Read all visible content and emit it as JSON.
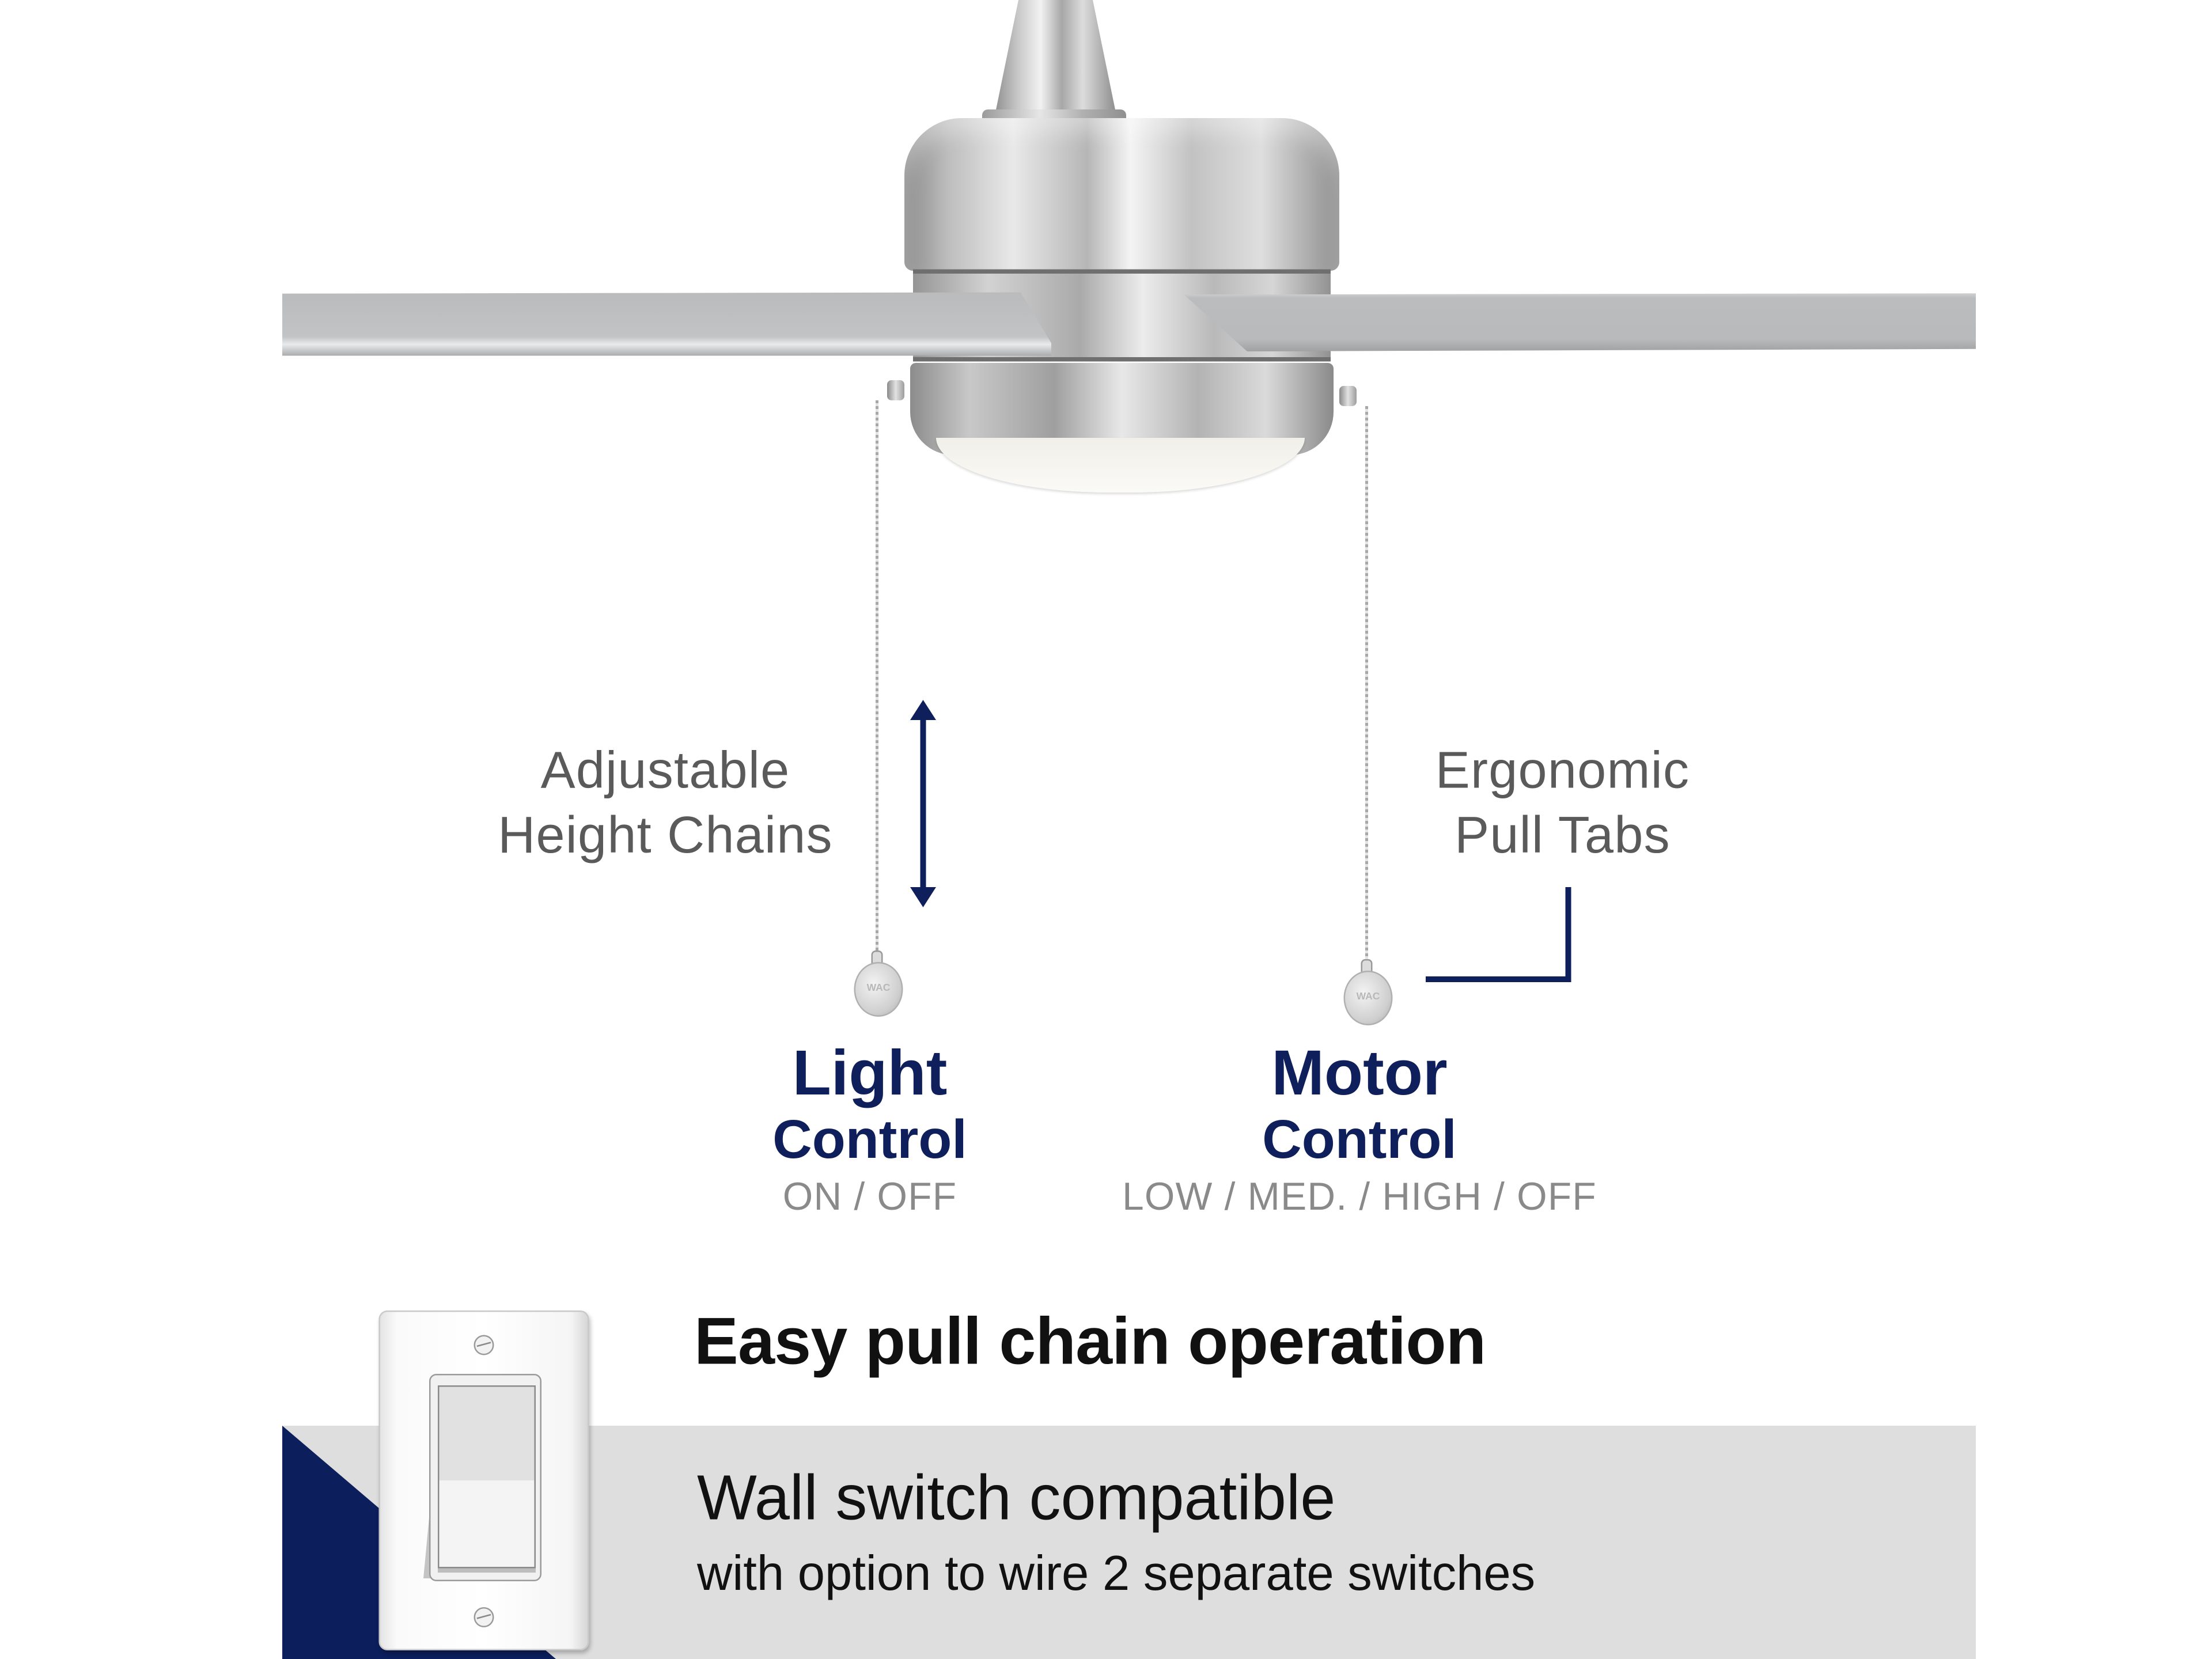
{
  "fan": {
    "finish": "brushed nickel",
    "blade_color": "#b9bbbd",
    "pull_tab_logo": "WAC"
  },
  "callouts": {
    "left": {
      "line1": "Adjustable",
      "line2": "Height Chains",
      "icon": "double-arrow-vertical-icon"
    },
    "right": {
      "line1": "Ergonomic",
      "line2": "Pull Tabs",
      "icon": "corner-bracket-icon"
    }
  },
  "controls": [
    {
      "title": "Light",
      "subtitle": "Control",
      "modes": "ON / OFF"
    },
    {
      "title": "Motor",
      "subtitle": "Control",
      "modes": "LOW / MED. / HIGH / OFF"
    }
  ],
  "bottom": {
    "headline": "Easy pull chain operation",
    "subheadline": "Wall switch compatible",
    "note": "with option to wire 2 separate switches",
    "icon": "wall-switch-icon"
  },
  "colors": {
    "accent_navy": "#0f1f5c",
    "band_gray": "#dedede",
    "label_gray": "#5a5a5a",
    "modes_gray": "#8a8a8a",
    "text_black": "#111111"
  }
}
